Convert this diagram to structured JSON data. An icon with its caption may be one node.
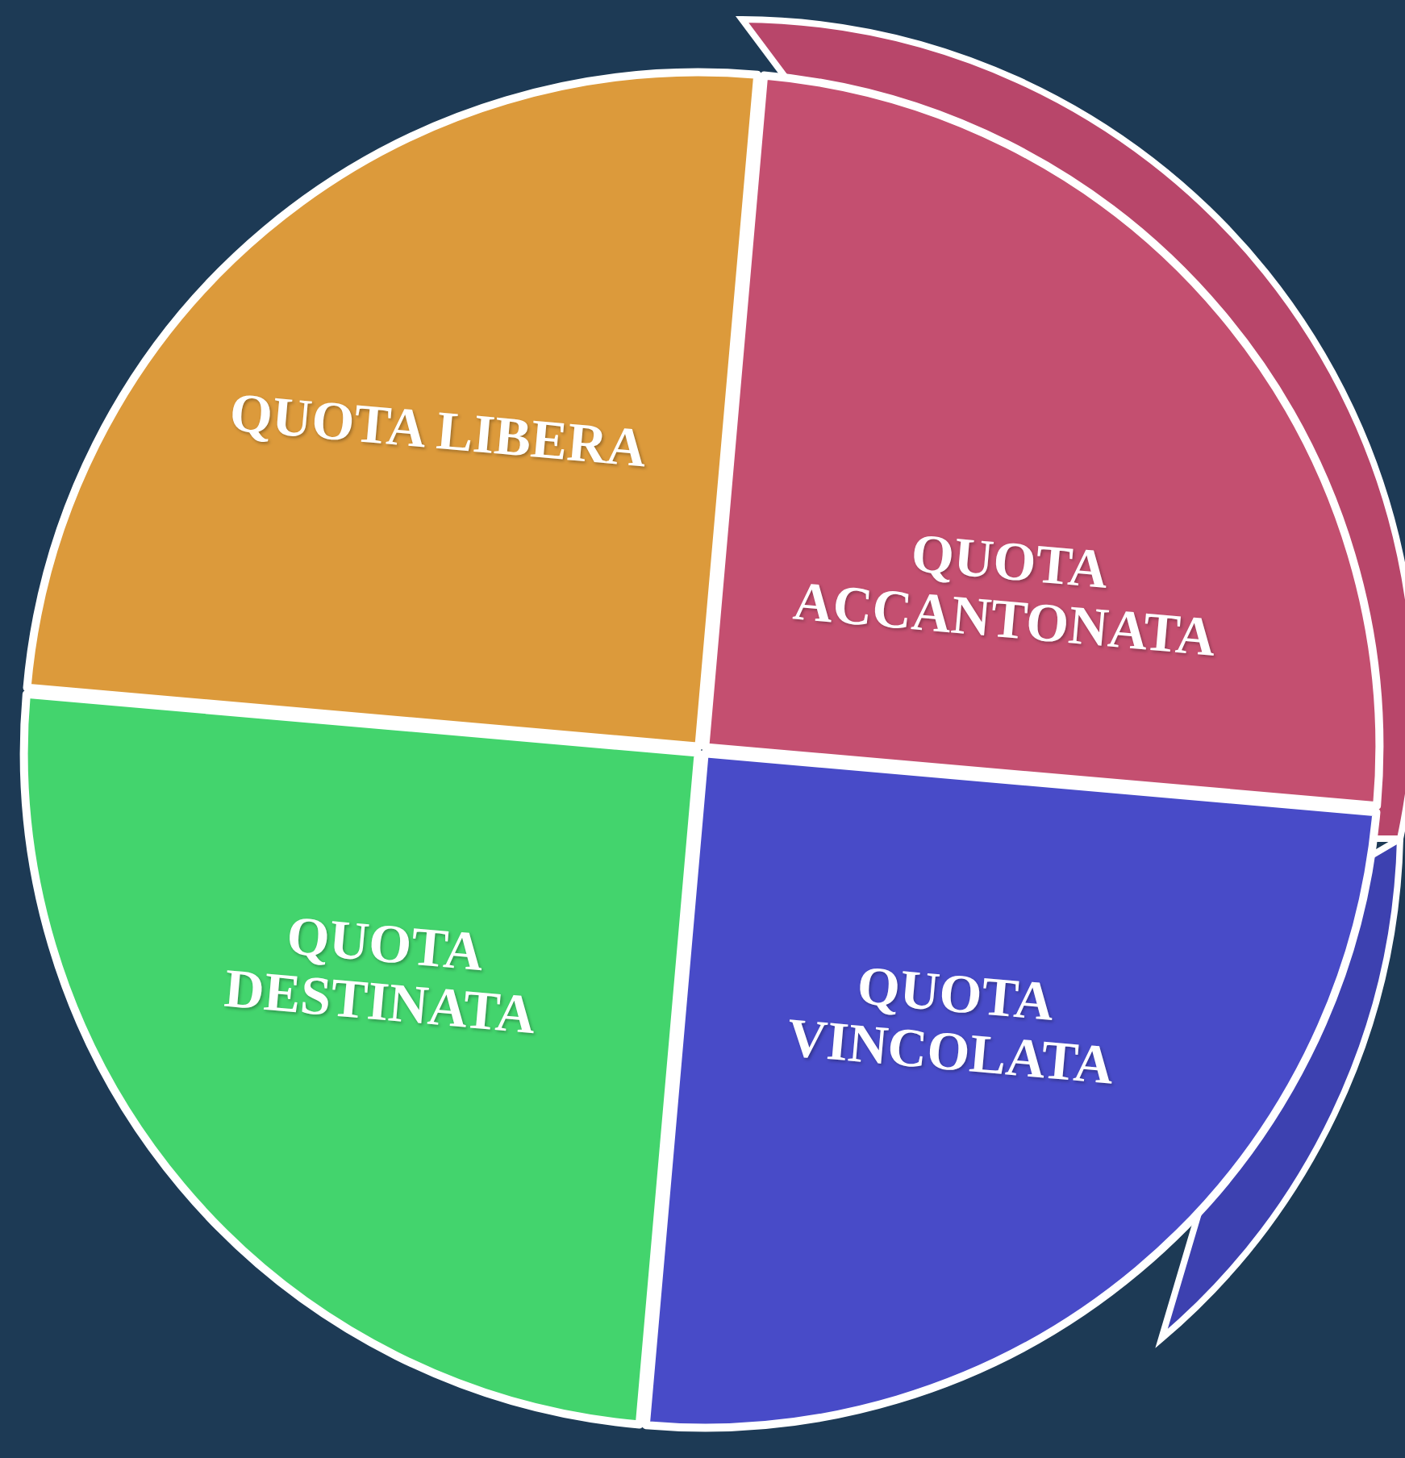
{
  "diagram": {
    "nodes": [
      {
        "text": [
          "QUOTA LIBERA"
        ]
      },
      {
        "text": [
          "QUOTA ACCANTONATA"
        ]
      },
      {
        "text": [
          "QUOTA DESTINATA"
        ]
      },
      {
        "text": [
          "QUOTA VINCOLATA"
        ]
      }
    ]
  }
}
